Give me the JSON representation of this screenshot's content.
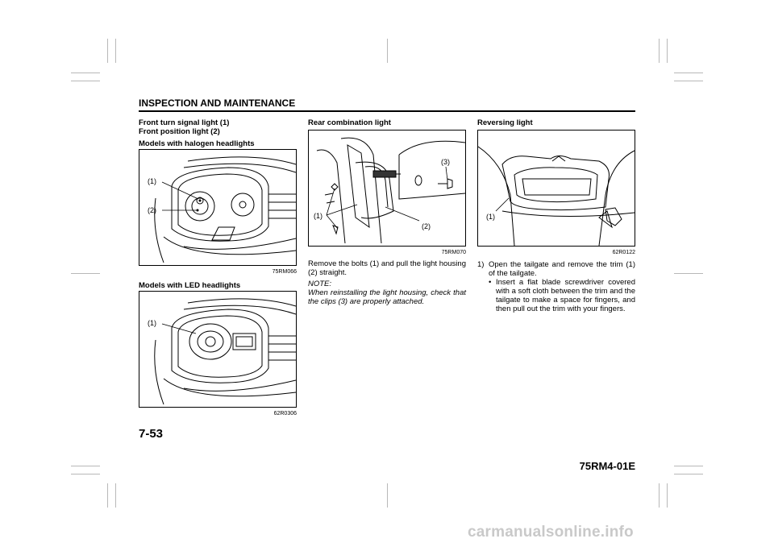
{
  "header": {
    "title": "INSPECTION AND MAINTENANCE"
  },
  "column1": {
    "heading_line1": "Front turn signal light (1)",
    "heading_line2": "Front position light (2)",
    "sub_heading_halogen": "Models with halogen headlights",
    "figure_halogen": {
      "callout_1": "(1)",
      "callout_2": "(2)",
      "code": "75RM066"
    },
    "sub_heading_led": "Models with LED headlights",
    "figure_led": {
      "callout_1": "(1)",
      "code": "62R0306"
    }
  },
  "column2": {
    "heading": "Rear combination light",
    "figure": {
      "callout_1": "(1)",
      "callout_2": "(2)",
      "callout_3": "(3)",
      "code": "75RM070"
    },
    "paragraph": "Remove the bolts (1) and pull the light housing (2) straight.",
    "note_label": "NOTE:",
    "note_body": "When reinstalling the light housing, check that the clips (3) are properly attached."
  },
  "column3": {
    "heading": "Reversing light",
    "figure": {
      "callout_1": "(1)",
      "code": "62R0122"
    },
    "step1_num": "1)",
    "step1_text": "Open the tailgate and remove the trim (1) of the tailgate.",
    "bullet_symbol": "•",
    "step1_bullet": "Insert a flat blade screwdriver covered with a soft cloth between the trim and the tailgate to make a space for fingers, and then pull out the trim with your fingers."
  },
  "footer": {
    "page_number": "7-53",
    "doc_code": "75RM4-01E"
  },
  "watermark": {
    "text": "carmanualsonline.info"
  }
}
